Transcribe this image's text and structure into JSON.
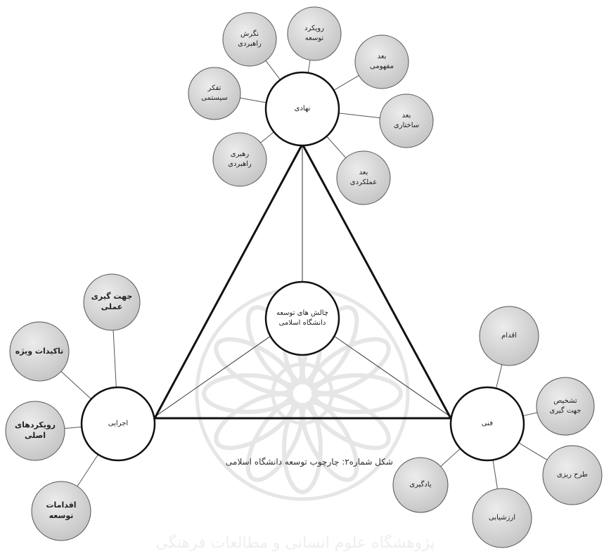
{
  "center": {
    "text": "چالش های توسعه\nدانشگاه اسلامی"
  },
  "hubs": {
    "top": {
      "text": "نهادی"
    },
    "left": {
      "text": "اجرایی"
    },
    "right": {
      "text": "فنی"
    }
  },
  "satellites": {
    "top": [
      {
        "text": "تفکر\nسیستمی"
      },
      {
        "text": "نگرش\nراهبردی"
      },
      {
        "text": "رویکرد\nتوسعه"
      },
      {
        "text": "بعد\nمفهومی"
      },
      {
        "text": "بعد\nساختاری"
      },
      {
        "text": "بعد\nعملکردی"
      },
      {
        "text": "رهبری\nراهبردی"
      }
    ],
    "left": [
      {
        "text": "جهت گیری\nعملی"
      },
      {
        "text": "تاکیدات ویژه"
      },
      {
        "text": "رویکردهای\nاصلی"
      },
      {
        "text": "اقدامات\nتوسعه"
      }
    ],
    "right": [
      {
        "text": "اقدام"
      },
      {
        "text": "تشخیص\nجهت گیری"
      },
      {
        "text": "طرح ریزی"
      },
      {
        "text": "ارزشیابی"
      },
      {
        "text": "یادگیری"
      }
    ]
  },
  "caption": "شکل شماره۲: چارچوب توسعه دانشگاه اسلامی",
  "watermark": "پژوهشگاه علوم انسانی و مطالعات فرهنگی",
  "colors": {
    "satellite_fill": "#d6d6d6",
    "satellite_stroke": "#555555",
    "hub_stroke": "#111111",
    "watermark": "#e6e6e6"
  }
}
